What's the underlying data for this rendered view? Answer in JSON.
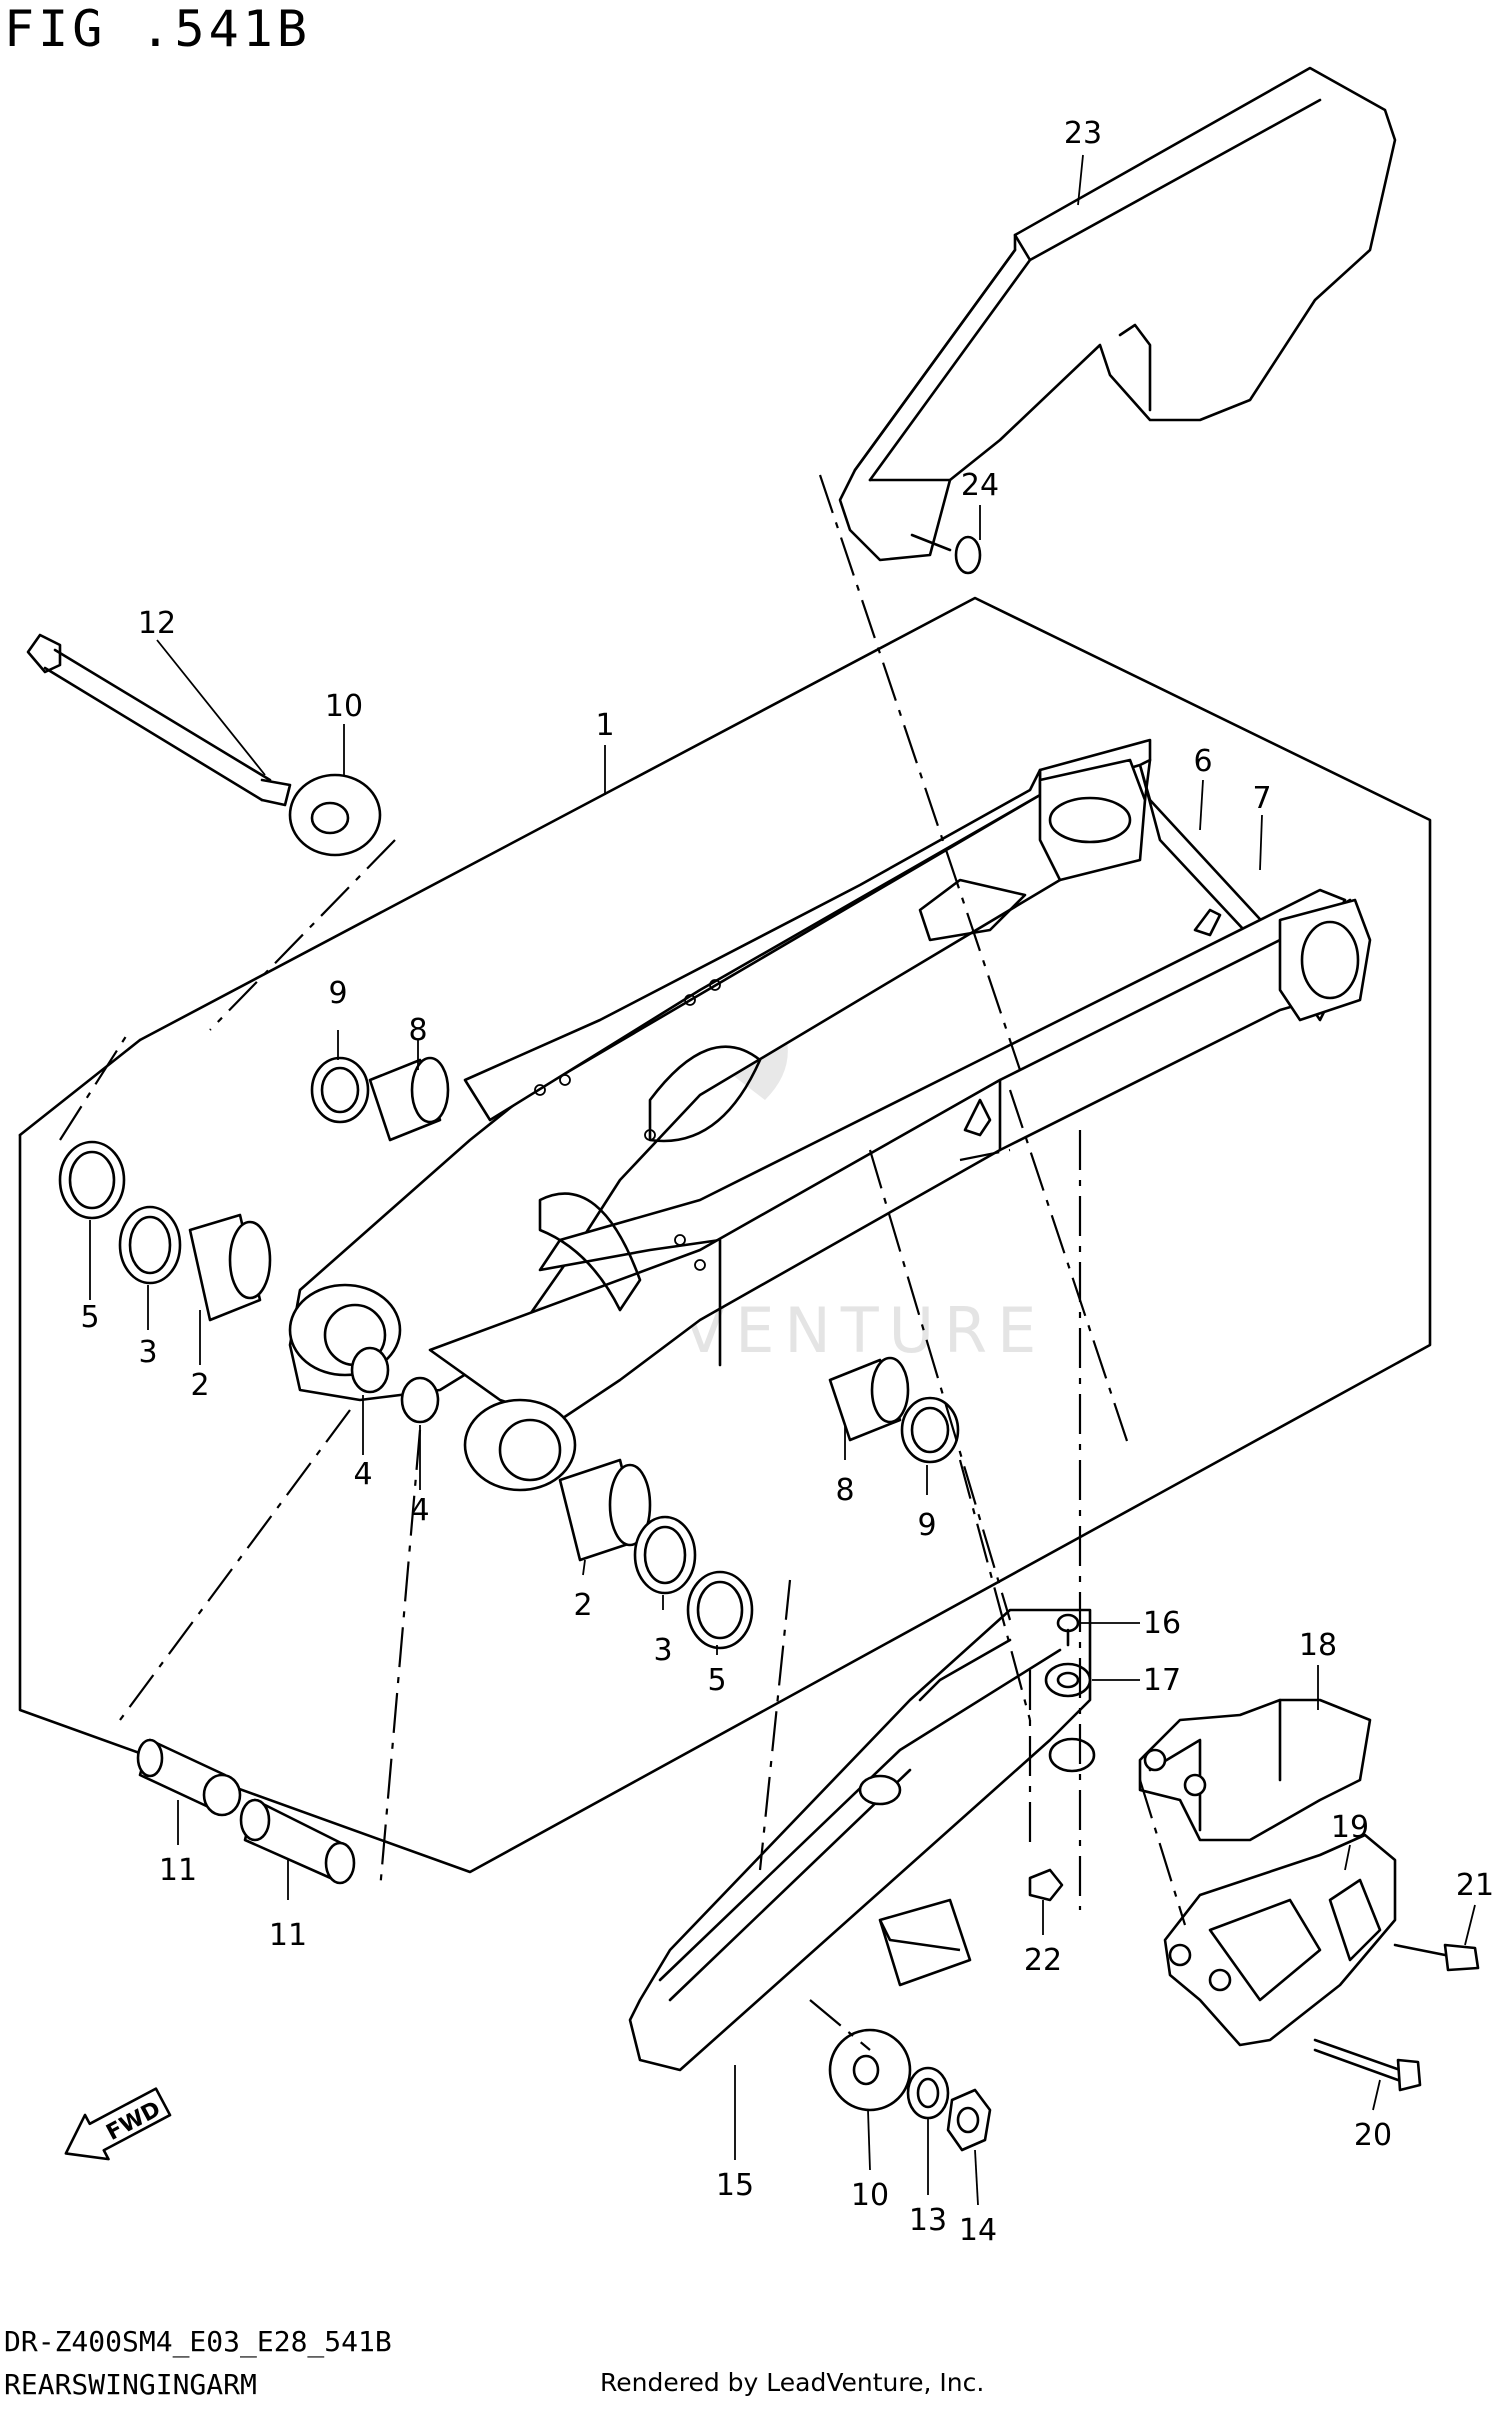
{
  "figure": {
    "title": "FIG .541B"
  },
  "footer": {
    "model_code": "DR-Z400SM4_E03_E28_541B",
    "section_name": "REARSWINGINGARM",
    "credit": "Rendered by LeadVenture, Inc."
  },
  "watermark": {
    "text": "LEADVENTURE"
  },
  "fwd_arrow": {
    "label": "FWD"
  },
  "callouts": {
    "c1": "1",
    "c2a": "2",
    "c2b": "2",
    "c3a": "3",
    "c3b": "3",
    "c4a": "4",
    "c4b": "4",
    "c5a": "5",
    "c5b": "5",
    "c6": "6",
    "c7": "7",
    "c8a": "8",
    "c8b": "8",
    "c9a": "9",
    "c9b": "9",
    "c10a": "10",
    "c10b": "10",
    "c11a": "11",
    "c11b": "11",
    "c12": "12",
    "c13": "13",
    "c14": "14",
    "c15": "15",
    "c16": "16",
    "c17": "17",
    "c18": "18",
    "c19": "19",
    "c20": "20",
    "c21": "21",
    "c22": "22",
    "c23": "23",
    "c24": "24"
  }
}
